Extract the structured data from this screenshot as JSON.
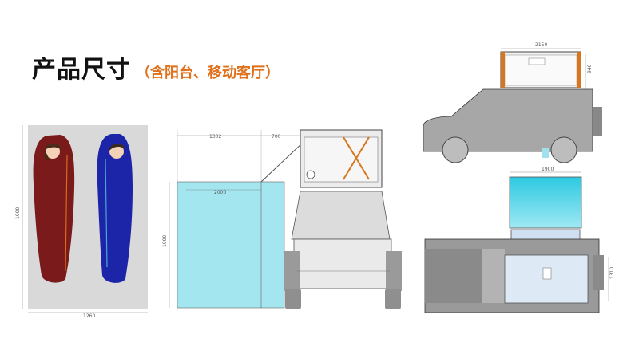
{
  "title": {
    "main": "产品尺寸",
    "sub": "（含阳台、移动客厅）"
  },
  "sleeping_bag_panel": {
    "width_label": "1260",
    "height_label": "1900"
  },
  "side_view": {
    "dim_top_left": "1302",
    "dim_top_right": "700",
    "dim_awning": "2000",
    "dim_height": "1900"
  },
  "rear_view": {
    "dim_width": "2150",
    "dim_height": "940"
  },
  "top_view": {
    "dim_width": "1900",
    "dim_depth": "1310"
  },
  "colors": {
    "accent": "#e0701a",
    "bag_red": "#7a1a1a",
    "bag_blue": "#1c24a8",
    "canopy_cyan": "#3fd3e8",
    "panel_bg": "#d9d9d9"
  }
}
